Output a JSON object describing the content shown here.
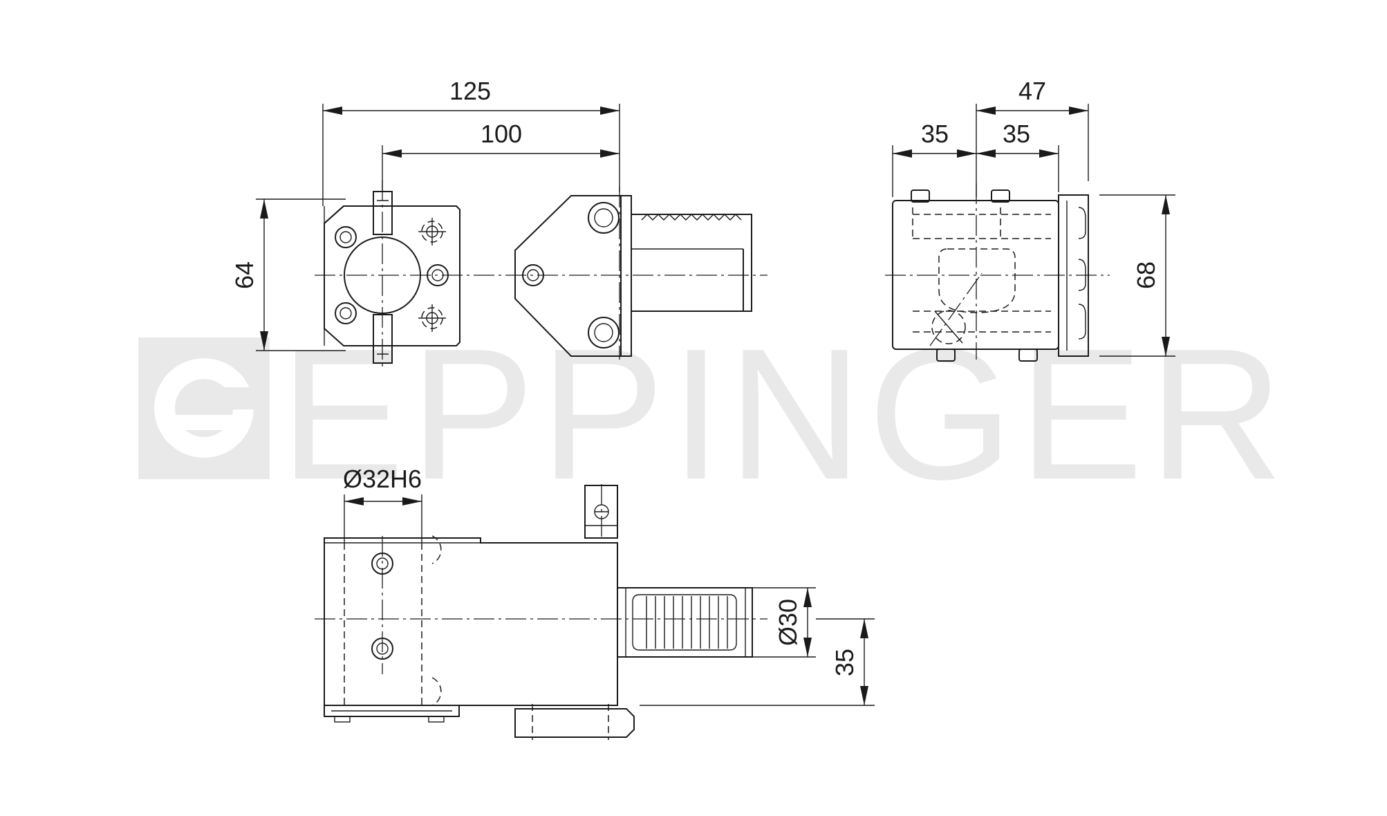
{
  "watermark": {
    "brand": "EPPINGER"
  },
  "dimensions": {
    "top_overall_width": "125",
    "top_inner_width": "100",
    "top_height": "64",
    "side_overall": "47",
    "side_left": "35",
    "side_right": "35",
    "side_height": "68",
    "bore": "Ø32H6",
    "shank_dia": "Ø30",
    "center_height": "35"
  }
}
